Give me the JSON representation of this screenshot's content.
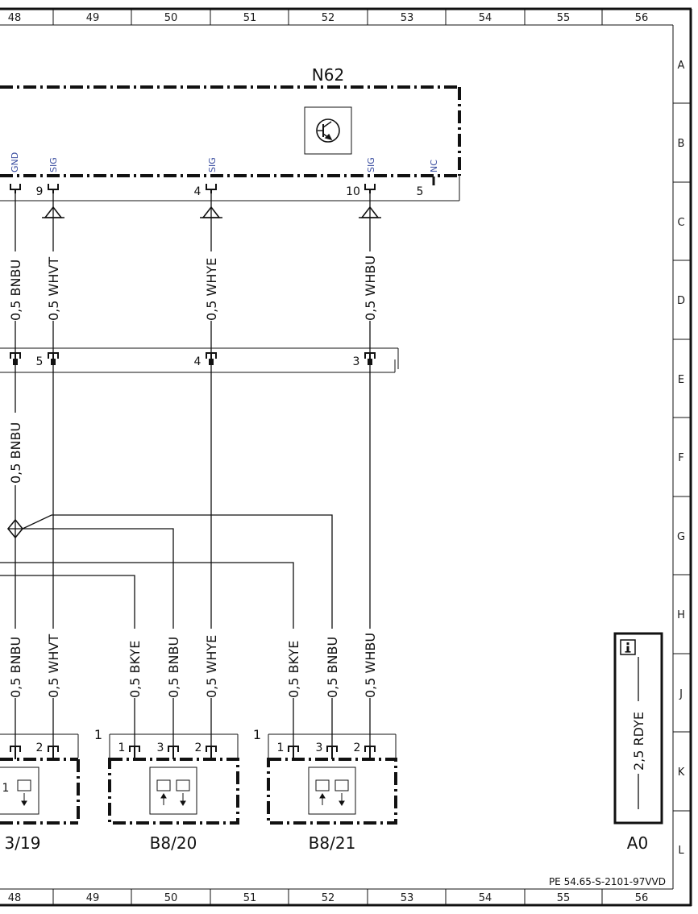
{
  "grid": {
    "columns": [
      "48",
      "49",
      "50",
      "51",
      "52",
      "53",
      "54",
      "55",
      "56"
    ],
    "rows": [
      "A",
      "B",
      "C",
      "D",
      "E",
      "F",
      "G",
      "H",
      "J",
      "K",
      "L"
    ]
  },
  "module": {
    "id": "N62",
    "pins": [
      {
        "name": "GND",
        "number": ""
      },
      {
        "name": "SIG",
        "number": "9"
      },
      {
        "name": "SIG",
        "number": "4"
      },
      {
        "name": "SIG",
        "number": "10"
      },
      {
        "name": "NC",
        "number": "5"
      }
    ]
  },
  "connector": {
    "pins": [
      "5",
      "4",
      "3"
    ]
  },
  "wires_upper": [
    "0,5 BNBU",
    "0,5 WHVT",
    "0,5 WHYE",
    "0,5 WHBU"
  ],
  "wire_mid": "0,5 BNBU",
  "wires_lower": [
    "0,5 BNBU",
    "0,5 WHVT",
    "0,5 BKYE",
    "0,5 BNBU",
    "0,5 WHYE",
    "0,5 BKYE",
    "0,5 BNBU",
    "0,5 WHBU"
  ],
  "sensors": [
    {
      "id": "3/19",
      "pins": [
        "1",
        "2"
      ]
    },
    {
      "id": "B8/20",
      "lead": "1",
      "pins": [
        "1",
        "3",
        "2"
      ]
    },
    {
      "id": "B8/21",
      "lead": "1",
      "pins": [
        "1",
        "3",
        "2"
      ]
    }
  ],
  "info_box": {
    "wire": "2,5 RDYE",
    "ref": "A0"
  },
  "doc_code": "PE 54.65-S-2101-97VVD",
  "colors": {
    "line": "#111111",
    "pin_label": "#3b4ea0",
    "ref": "#3b4ea0"
  },
  "icons": [
    "transistor-icon",
    "info-icon",
    "sensor-icon"
  ]
}
